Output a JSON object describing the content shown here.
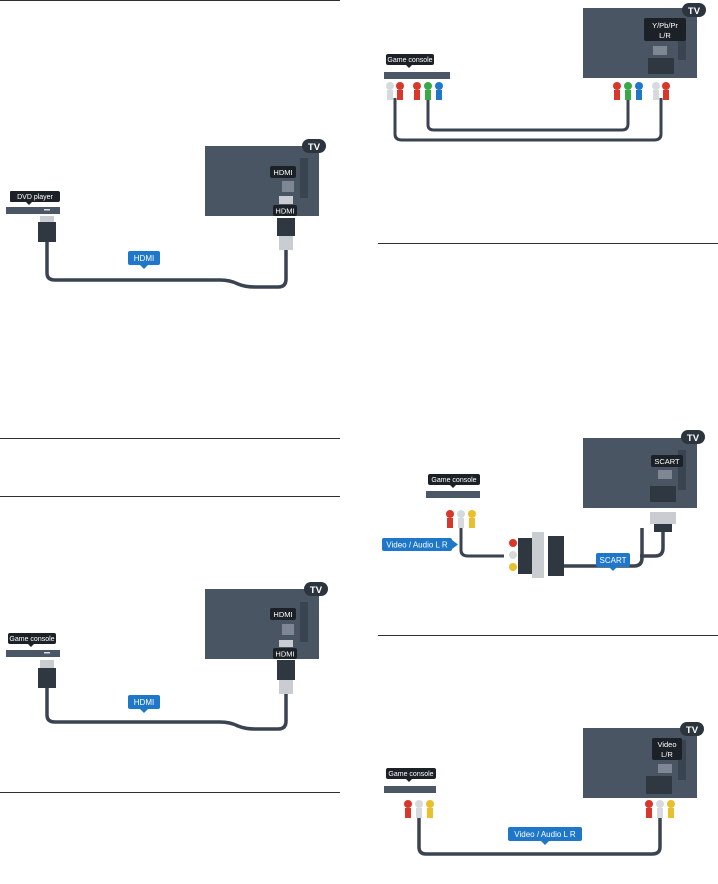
{
  "diagrams": {
    "dvd_hdmi": {
      "device": "DVD player",
      "tv": "TV",
      "port_top": "HDMI",
      "port_bottom": "HDMI",
      "cable": "HDMI"
    },
    "console_hdmi": {
      "device": "Game console",
      "tv": "TV",
      "port_top": "HDMI",
      "port_bottom": "HDMI",
      "cable": "HDMI"
    },
    "console_ypbpr": {
      "device": "Game console",
      "tv": "TV",
      "port_line1": "Y/Pb/Pr",
      "port_line2": "L/R"
    },
    "console_scart": {
      "device": "Game console",
      "tv": "TV",
      "port": "SCART",
      "cable_av": "Video / Audio L R",
      "cable_scart": "SCART"
    },
    "console_video": {
      "device": "Game console",
      "tv": "TV",
      "port_line1": "Video",
      "port_line2": "L/R",
      "cable": "Video / Audio L R"
    }
  },
  "colors": {
    "tv_body": "#4a5563",
    "device_body": "#4b5766",
    "cable": "#3a4350",
    "label_bg": "#1c2127",
    "accent_blue": "#1f77c9",
    "rca_red": "#d8372c",
    "rca_green": "#38a946",
    "rca_blue": "#1f77c9",
    "rca_white": "#d7dadd",
    "rca_yellow": "#e8c02e"
  }
}
